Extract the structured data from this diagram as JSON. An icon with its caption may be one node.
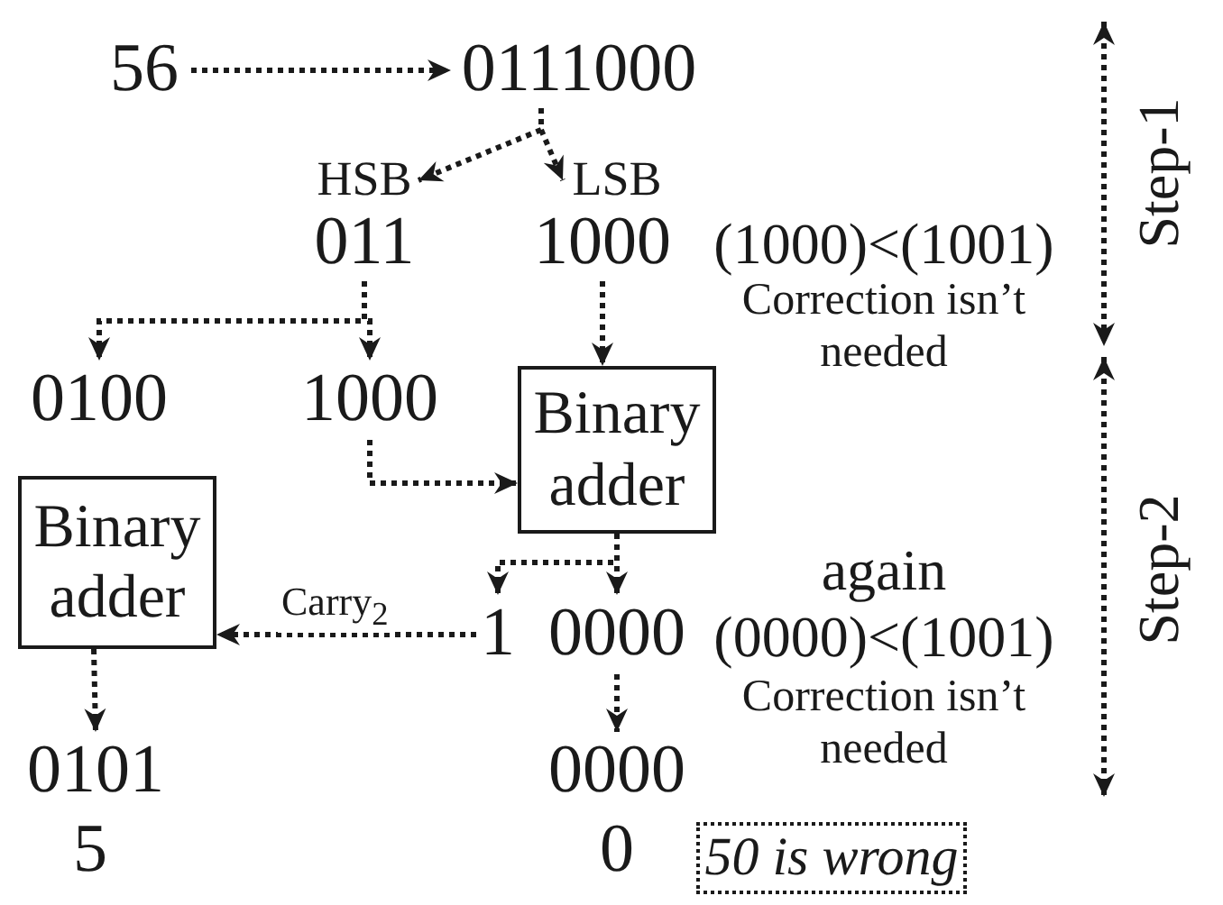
{
  "diagram": {
    "nodes": [
      {
        "text": [
          "56"
        ]
      },
      {
        "text": [
          "0111000"
        ]
      },
      {
        "text": [
          "HSB"
        ]
      },
      {
        "text": [
          "LSB"
        ]
      },
      {
        "text": [
          "011"
        ]
      },
      {
        "text": [
          "1000"
        ]
      },
      {
        "text": [
          "0100"
        ]
      },
      {
        "text": [
          "1000"
        ]
      },
      {
        "text": [
          "Binary adder"
        ]
      },
      {
        "text": [
          "Binary adder"
        ]
      },
      {
        "text": [
          "1"
        ]
      },
      {
        "text": [
          "0000"
        ]
      },
      {
        "text": [
          "0101"
        ]
      },
      {
        "text": [
          "0000"
        ]
      },
      {
        "text": [
          "50 is wrong"
        ]
      }
    ],
    "edges": [
      {
        "from": 0,
        "to": 1,
        "arrow": "to",
        "style": "dashed"
      },
      {
        "from": 1,
        "to": 2,
        "arrow": "to",
        "style": "dashed"
      },
      {
        "from": 1,
        "to": 3,
        "arrow": "to",
        "style": "dashed"
      },
      {
        "from": 4,
        "to": 6,
        "arrow": "to",
        "style": "dashed"
      },
      {
        "from": 4,
        "to": 7,
        "arrow": "to",
        "style": "dashed"
      },
      {
        "from": 5,
        "to": 8,
        "arrow": "to",
        "style": "dashed"
      },
      {
        "from": 7,
        "to": 8,
        "arrow": "to",
        "style": "dashed"
      },
      {
        "from": 8,
        "to": 10,
        "arrow": "to",
        "style": "dashed"
      },
      {
        "from": 8,
        "to": 11,
        "arrow": "to",
        "style": "dashed"
      },
      {
        "from": 10,
        "to": 9,
        "arrow": "to",
        "style": "dashed",
        "label": "Carry$_{2}$"
      },
      {
        "from": 9,
        "to": 12,
        "arrow": "to",
        "style": "dashed"
      },
      {
        "from": 11,
        "to": 13,
        "arrow": "to",
        "style": "dashed"
      }
    ],
    "labels": [
      "(1000)<(1001)",
      "Correction isn’t needed",
      "Step-1",
      "Step-2",
      "again",
      "(0000)<(1001)",
      "Correction isn’t needed",
      "5",
      "0"
    ]
  }
}
